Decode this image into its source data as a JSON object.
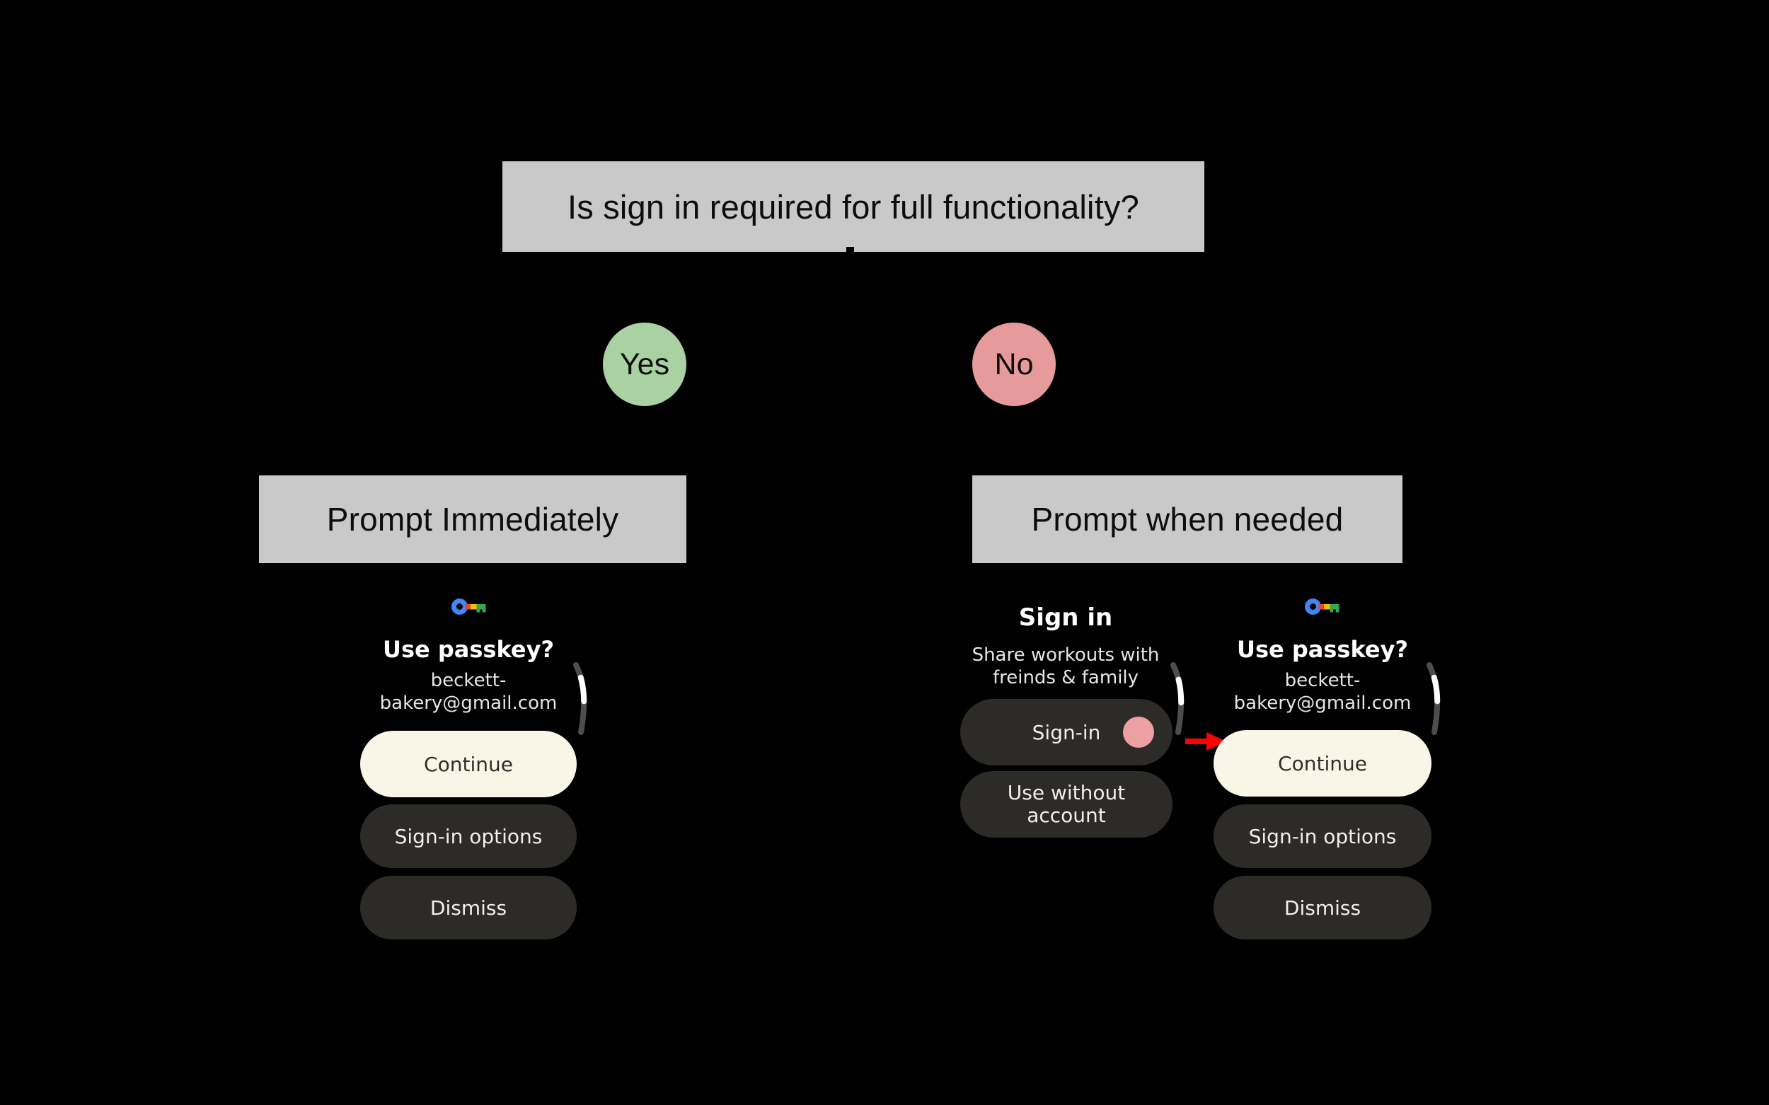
{
  "flow": {
    "question": "Is sign in required for full functionality?",
    "yes_label": "Yes",
    "no_label": "No",
    "outcome_immediate": "Prompt Immediately",
    "outcome_when_needed": "Prompt when needed"
  },
  "passkey_screen": {
    "icon": "google-passkey-icon",
    "title": "Use passkey?",
    "email_line1": "beckett-",
    "email_line2": "bakery@gmail.com",
    "continue_label": "Continue",
    "options_label": "Sign-in options",
    "dismiss_label": "Dismiss"
  },
  "sign_in_screen": {
    "title": "Sign in",
    "subtitle_line1": "Share workouts with",
    "subtitle_line2": "freinds & family",
    "sign_in_label": "Sign-in",
    "use_without_line1": "Use without",
    "use_without_line2": "account",
    "tap_indicator": "tap-indicator"
  },
  "icons": {
    "passkey": "google-passkey-icon",
    "scroll": "scroll-indicator",
    "arrow": "arrow-right-icon"
  },
  "colors": {
    "background": "#000000",
    "box_gray": "#c9c9c9",
    "yes_green": "#a9d1a1",
    "no_pink": "#e79a9b",
    "tap_pink": "#eda0a2",
    "cream": "#faf6e7",
    "cream_text": "#2f2e2a",
    "pill_dark": "#2d2b28",
    "pill_text": "#f1efec",
    "arrow_red": "#fb0400",
    "arc_gray": "#4d4d4d",
    "arc_white": "#ffffff",
    "passkey_blue": "#4285f4",
    "passkey_red": "#ea4335",
    "passkey_yellow": "#fbbc04",
    "passkey_green": "#34a853"
  }
}
